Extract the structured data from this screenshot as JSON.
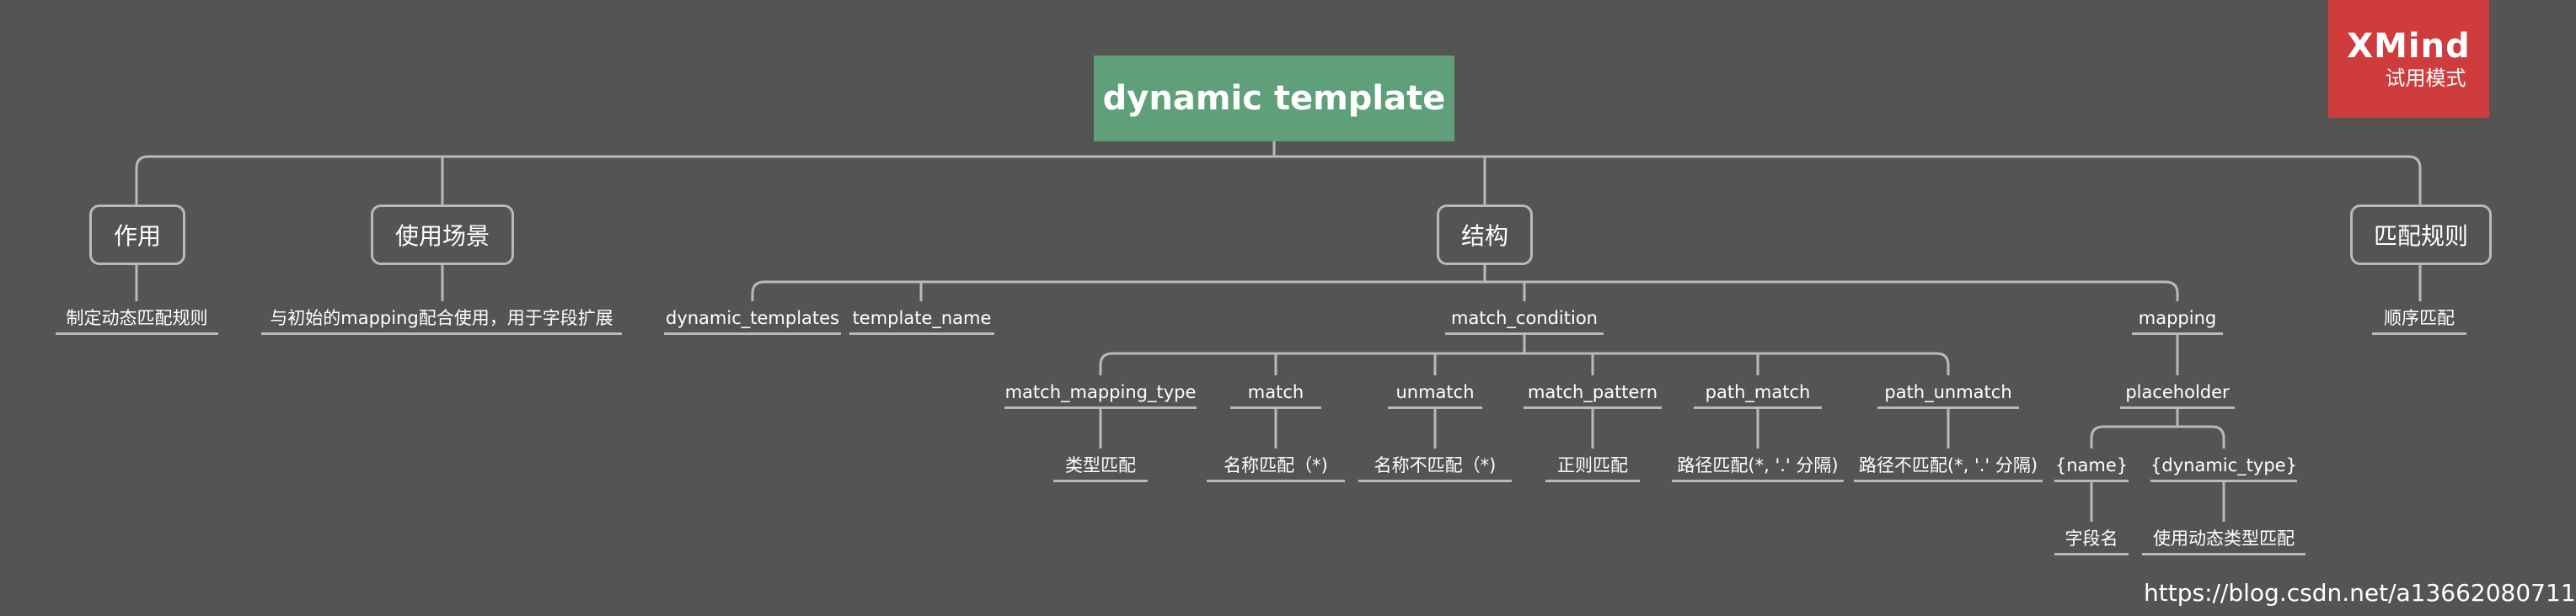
{
  "root": "dynamic template",
  "branches": {
    "purpose": "作用",
    "scenario": "使用场景",
    "structure": "结构",
    "rules": "匹配规则"
  },
  "leaves": {
    "purpose_desc": "制定动态匹配规则",
    "scenario_desc": "与初始的mapping配合使用，用于字段扩展",
    "dynamic_templates": "dynamic_templates",
    "template_name": "template_name",
    "match_condition": "match_condition",
    "mapping": "mapping",
    "rules_desc": "顺序匹配",
    "match_mapping_type": "match_mapping_type",
    "match": "match",
    "unmatch": "unmatch",
    "match_pattern": "match_pattern",
    "path_match": "path_match",
    "path_unmatch": "path_unmatch",
    "type_match": "类型匹配",
    "name_match": "名称匹配（*)",
    "name_unmatch": "名称不匹配（*)",
    "regex_match": "正则匹配",
    "path_match_desc": "路径匹配(*, '.' 分隔)",
    "path_unmatch_desc": "路径不匹配(*, '.' 分隔)",
    "placeholder": "placeholder",
    "name_ph": "{name}",
    "dynamic_type_ph": "{dynamic_type}",
    "field_name": "字段名",
    "use_dynamic_type": "使用动态类型匹配"
  },
  "badge": {
    "brand": "XMind",
    "mode": "试用模式"
  },
  "watermark": "https://blog.csdn.net/a13662080711",
  "colors": {
    "background": "#545552",
    "root": "#5fa07a",
    "lines": "#b9bab7",
    "badge": "#cf3c3e"
  }
}
